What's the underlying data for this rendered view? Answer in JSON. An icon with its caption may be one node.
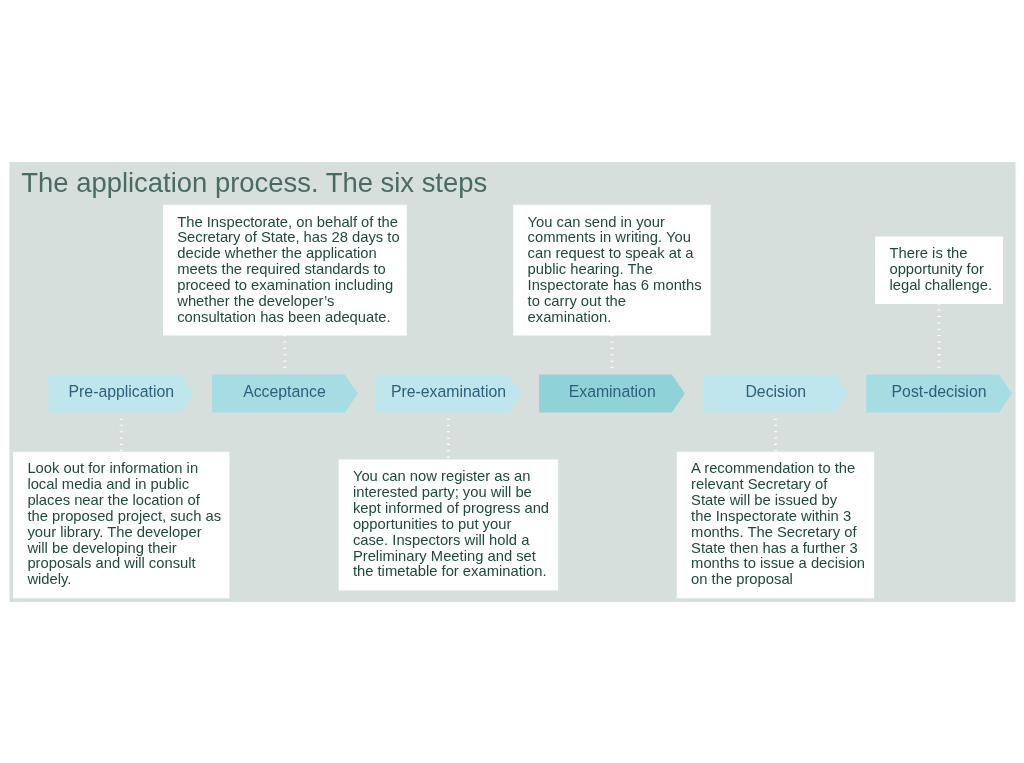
{
  "diagram": {
    "title": "The application process. The six steps",
    "nodes": [
      {
        "text": [
          "The Inspectorate, on behalf of the Secretary of State, has 28 days to decide whether the application meets the required standards to proceed to examination including whether the developer’s consultation has been adequate."
        ]
      },
      {
        "text": [
          "You can send in your comments in writing. You can request to speak at a public hearing. The Inspectorate has 6 months to carry out the examination."
        ]
      },
      {
        "text": [
          "There is the opportunity for legal challenge."
        ]
      },
      {
        "text": [
          "Pre-application"
        ]
      },
      {
        "text": [
          "Acceptance"
        ]
      },
      {
        "text": [
          "Pre-examination"
        ]
      },
      {
        "text": [
          "Examination"
        ]
      },
      {
        "text": [
          "Decision"
        ]
      },
      {
        "text": [
          "Post-decision"
        ]
      },
      {
        "text": [
          "Look out for information in local media and in public places near the location of the proposed project, such as your library. The developer will be developing their proposals and will consult widely."
        ]
      },
      {
        "text": [
          "You can now register as an interested party; you will be kept informed of progress and opportunities to put your case. Inspectors will hold a Preliminary Meeting and set the timetable for examination."
        ]
      },
      {
        "text": [
          "A recommendation to the relevant Secretary of State will be issued by the Inspectorate within 3 months. The Secretary of State then has a further 3 months to issue a decision on the proposal"
        ]
      }
    ],
    "edges": [
      {
        "from": 0,
        "to": 4,
        "arrow": "none",
        "style": "dashed"
      },
      {
        "from": 1,
        "to": 6,
        "arrow": "none",
        "style": "dashed"
      },
      {
        "from": 2,
        "to": 8,
        "arrow": "none",
        "style": "dashed"
      },
      {
        "from": 3,
        "to": 9,
        "arrow": "none",
        "style": "dashed"
      },
      {
        "from": 5,
        "to": 10,
        "arrow": "none",
        "style": "dashed"
      },
      {
        "from": 7,
        "to": 11,
        "arrow": "none",
        "style": "dashed"
      }
    ]
  }
}
